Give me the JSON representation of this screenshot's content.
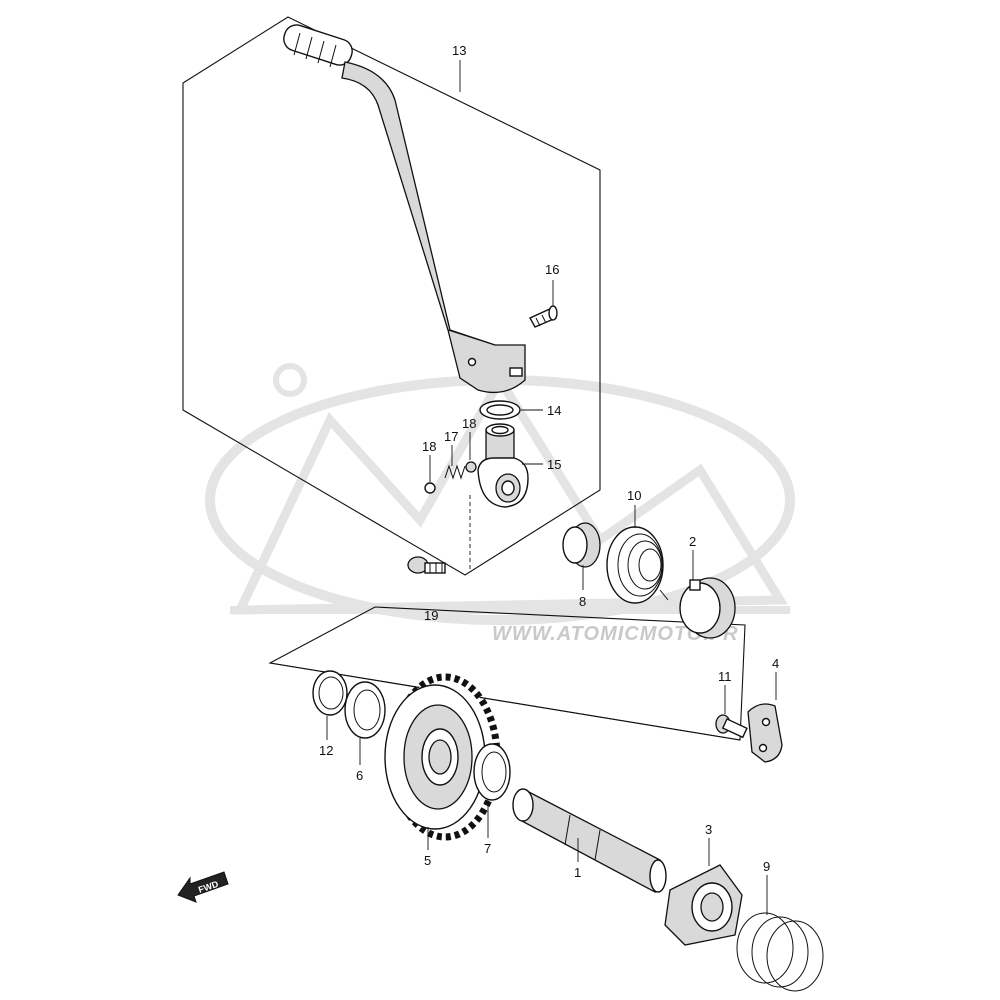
{
  "watermark": {
    "site_text": "WWW.ATOMICMOTO.FR"
  },
  "fwd_arrow": {
    "label": "FWD"
  },
  "callouts": {
    "p1": "1",
    "p2": "2",
    "p3": "3",
    "p4": "4",
    "p5": "5",
    "p6": "6",
    "p7": "7",
    "p8": "8",
    "p9": "9",
    "p10": "10",
    "p11": "11",
    "p12": "12",
    "p13": "13",
    "p14": "14",
    "p15": "15",
    "p16": "16",
    "p17": "17",
    "p18a": "18",
    "p18b": "18",
    "p19": "19"
  }
}
